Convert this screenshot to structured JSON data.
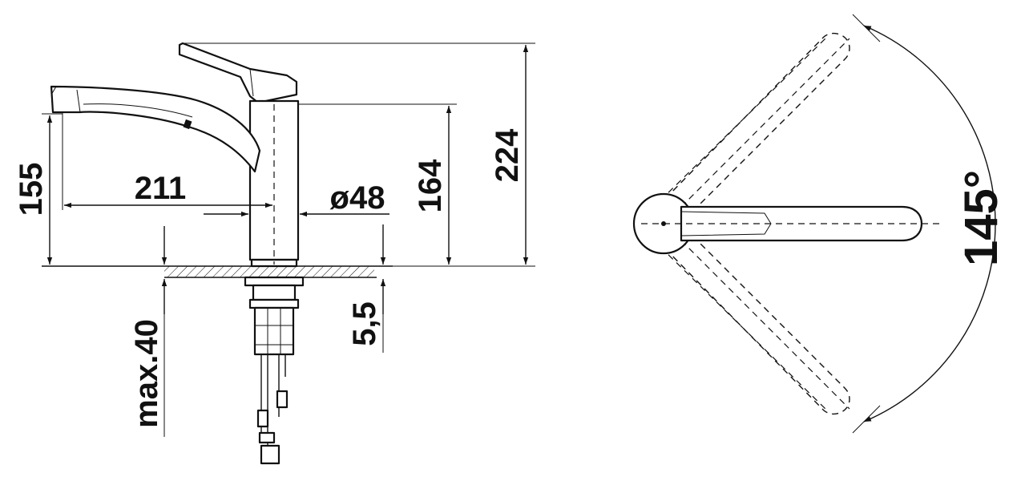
{
  "dimensions": {
    "total_height": "224",
    "body_height": "164",
    "spout_height": "155",
    "spout_reach": "211",
    "base_diameter": "ø48",
    "deck_thickness_max": "max.40",
    "tube_offset": "5,5",
    "swivel_angle": "145°"
  }
}
